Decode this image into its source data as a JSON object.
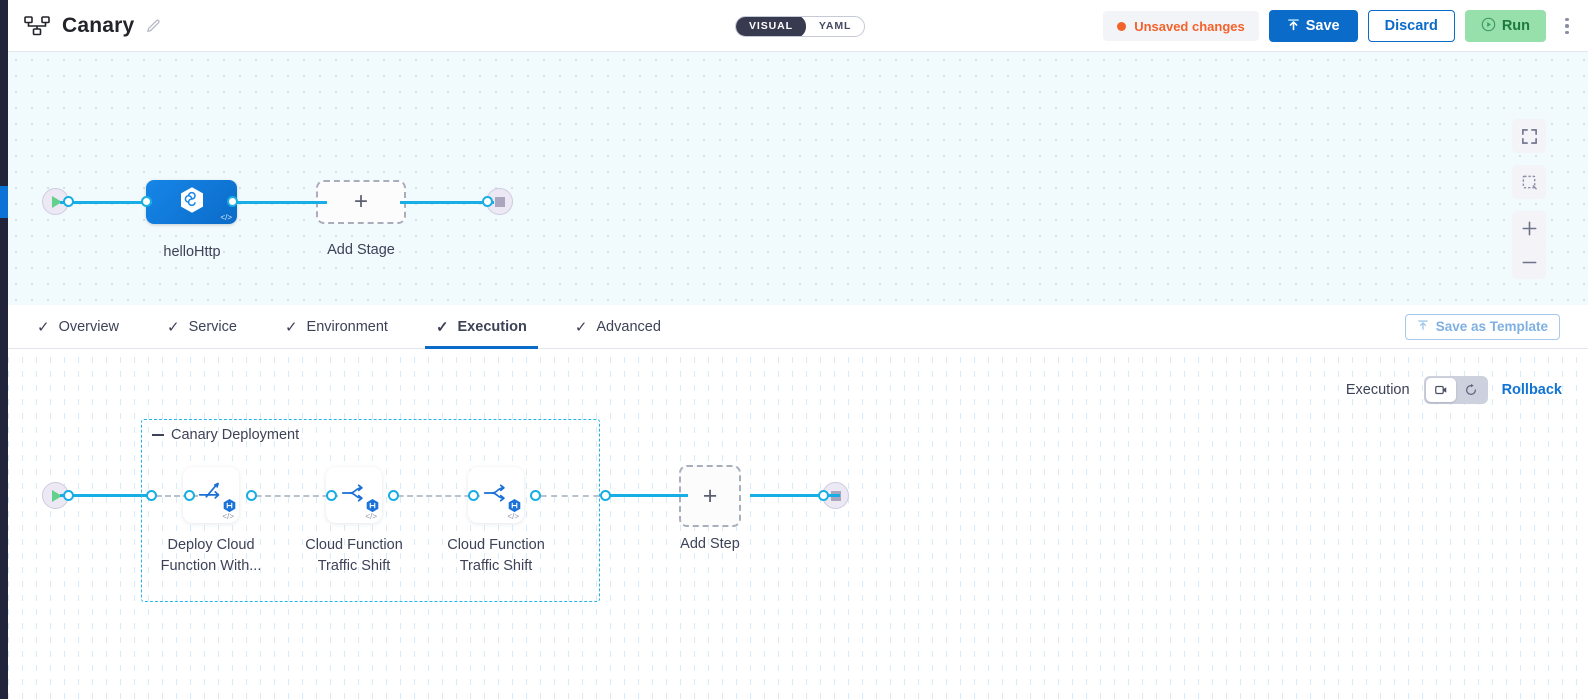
{
  "header": {
    "title": "Canary",
    "pipeline_icon": "pipeline-icon",
    "edit_icon": "pencil-edit-icon",
    "view_toggle": {
      "options": [
        "VISUAL",
        "YAML"
      ],
      "selected": "VISUAL"
    },
    "unsaved_label": "Unsaved changes",
    "save_label": "Save",
    "discard_label": "Discard",
    "run_label": "Run",
    "more_menu": "kebab-menu",
    "accent_blue": "#0b6bc8",
    "unsaved_orange": "#f4622c",
    "run_green": "#97dfab"
  },
  "top_canvas": {
    "start_node": "start-node",
    "end_node": "end-node",
    "nodes": [
      {
        "label": "helloHttp",
        "type": "service-node",
        "badge": "</>"
      },
      {
        "label": "Add Stage",
        "type": "add-stage-node",
        "glyph": "+"
      }
    ],
    "controls": [
      {
        "name": "fit-screen-icon"
      },
      {
        "name": "selection-box-icon"
      },
      {
        "name": "zoom-in-icon",
        "glyph": "+"
      },
      {
        "name": "zoom-out-icon",
        "glyph": "−"
      }
    ]
  },
  "tabs": [
    {
      "label": "Overview",
      "checked": true,
      "active": false
    },
    {
      "label": "Service",
      "checked": true,
      "active": false
    },
    {
      "label": "Environment",
      "checked": true,
      "active": false
    },
    {
      "label": "Execution",
      "checked": true,
      "active": true
    },
    {
      "label": "Advanced",
      "checked": true,
      "active": false
    }
  ],
  "save_template_label": "Save as Template",
  "execution": {
    "label": "Execution",
    "toggle": [
      {
        "name": "execution-view-icon",
        "selected": true
      },
      {
        "name": "rollback-view-icon",
        "selected": false
      }
    ],
    "rollback_label": "Rollback",
    "stage_title": "Canary Deployment",
    "steps": [
      {
        "label_line1": "Deploy Cloud",
        "label_line2": "Function With...",
        "icon": "deploy-function-icon",
        "badge": "</>"
      },
      {
        "label_line1": "Cloud Function",
        "label_line2": "Traffic Shift",
        "icon": "traffic-shift-icon",
        "badge": "</>"
      },
      {
        "label_line1": "Cloud Function",
        "label_line2": "Traffic Shift",
        "icon": "traffic-shift-icon",
        "badge": "</>"
      }
    ],
    "add_step_label": "Add Step",
    "add_step_glyph": "+"
  }
}
